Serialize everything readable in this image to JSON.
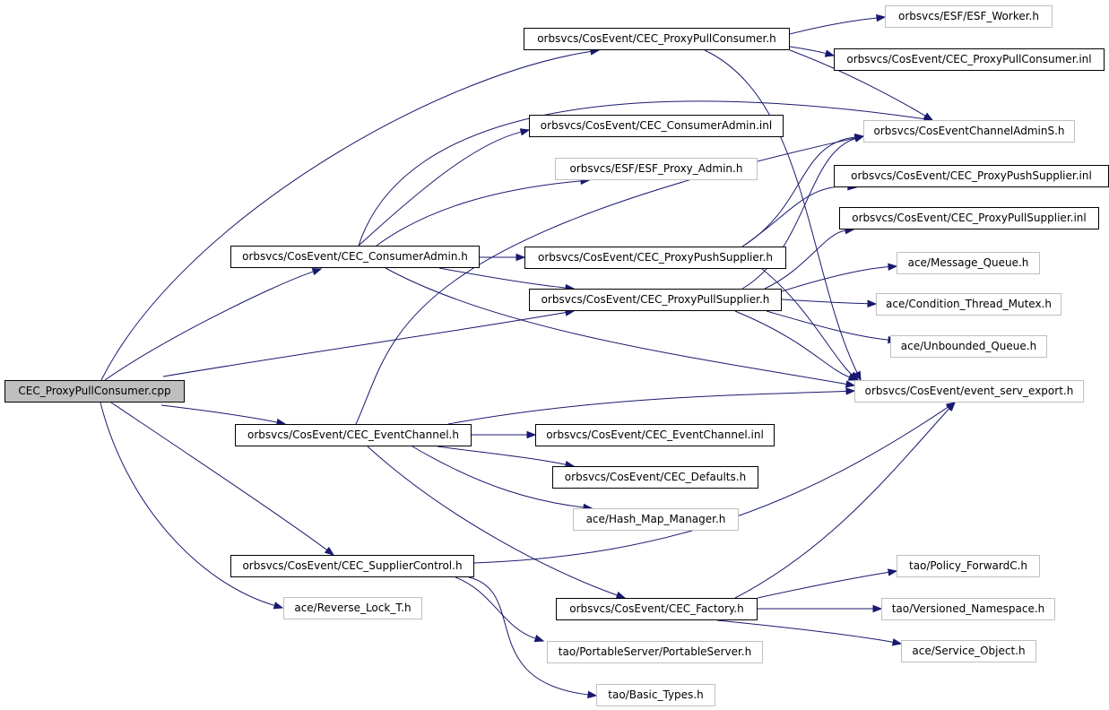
{
  "graph": {
    "nodes": [
      {
        "id": "root",
        "label": "CEC_ProxyPullConsumer.cpp",
        "style": "root"
      },
      {
        "id": "ppc_h",
        "label": "orbsvcs/CosEvent/CEC_ProxyPullConsumer.h",
        "style": "solid"
      },
      {
        "id": "esf_worker",
        "label": "orbsvcs/ESF/ESF_Worker.h",
        "style": "grey"
      },
      {
        "id": "ppc_inl",
        "label": "orbsvcs/CosEvent/CEC_ProxyPullConsumer.inl",
        "style": "solid"
      },
      {
        "id": "ca_inl",
        "label": "orbsvcs/CosEvent/CEC_ConsumerAdmin.inl",
        "style": "solid"
      },
      {
        "id": "adminS",
        "label": "orbsvcs/CosEventChannelAdminS.h",
        "style": "grey"
      },
      {
        "id": "esf_proxy_admin",
        "label": "orbsvcs/ESF/ESF_Proxy_Admin.h",
        "style": "grey"
      },
      {
        "id": "pps_inl",
        "label": "orbsvcs/CosEvent/CEC_ProxyPushSupplier.inl",
        "style": "solid"
      },
      {
        "id": "ppls_inl",
        "label": "orbsvcs/CosEvent/CEC_ProxyPullSupplier.inl",
        "style": "solid"
      },
      {
        "id": "ca_h",
        "label": "orbsvcs/CosEvent/CEC_ConsumerAdmin.h",
        "style": "solid"
      },
      {
        "id": "pps_h",
        "label": "orbsvcs/CosEvent/CEC_ProxyPushSupplier.h",
        "style": "solid"
      },
      {
        "id": "msgq",
        "label": "ace/Message_Queue.h",
        "style": "grey"
      },
      {
        "id": "ppls_h",
        "label": "orbsvcs/CosEvent/CEC_ProxyPullSupplier.h",
        "style": "solid"
      },
      {
        "id": "condmutex",
        "label": "ace/Condition_Thread_Mutex.h",
        "style": "grey"
      },
      {
        "id": "unbq",
        "label": "ace/Unbounded_Queue.h",
        "style": "grey"
      },
      {
        "id": "export",
        "label": "orbsvcs/CosEvent/event_serv_export.h",
        "style": "grey"
      },
      {
        "id": "ec_h",
        "label": "orbsvcs/CosEvent/CEC_EventChannel.h",
        "style": "solid"
      },
      {
        "id": "ec_inl",
        "label": "orbsvcs/CosEvent/CEC_EventChannel.inl",
        "style": "solid"
      },
      {
        "id": "defaults",
        "label": "orbsvcs/CosEvent/CEC_Defaults.h",
        "style": "solid"
      },
      {
        "id": "hashmap",
        "label": "ace/Hash_Map_Manager.h",
        "style": "grey"
      },
      {
        "id": "sc_h",
        "label": "orbsvcs/CosEvent/CEC_SupplierControl.h",
        "style": "solid"
      },
      {
        "id": "policyfwd",
        "label": "tao/Policy_ForwardC.h",
        "style": "grey"
      },
      {
        "id": "revlock",
        "label": "ace/Reverse_Lock_T.h",
        "style": "grey"
      },
      {
        "id": "factory",
        "label": "orbsvcs/CosEvent/CEC_Factory.h",
        "style": "solid"
      },
      {
        "id": "versioned",
        "label": "tao/Versioned_Namespace.h",
        "style": "grey"
      },
      {
        "id": "portable",
        "label": "tao/PortableServer/PortableServer.h",
        "style": "grey"
      },
      {
        "id": "svcobj",
        "label": "ace/Service_Object.h",
        "style": "grey"
      },
      {
        "id": "basictypes",
        "label": "tao/Basic_Types.h",
        "style": "grey"
      }
    ],
    "edges": [
      [
        "root",
        "ppc_h"
      ],
      [
        "root",
        "ca_h"
      ],
      [
        "root",
        "ppls_h"
      ],
      [
        "root",
        "ec_h"
      ],
      [
        "root",
        "sc_h"
      ],
      [
        "root",
        "revlock"
      ],
      [
        "ppc_h",
        "esf_worker"
      ],
      [
        "ppc_h",
        "ppc_inl"
      ],
      [
        "ppc_h",
        "adminS"
      ],
      [
        "ppc_h",
        "export"
      ],
      [
        "ca_h",
        "ca_inl"
      ],
      [
        "ca_h",
        "adminS"
      ],
      [
        "ca_h",
        "esf_proxy_admin"
      ],
      [
        "ca_h",
        "pps_h"
      ],
      [
        "ca_h",
        "ppls_h"
      ],
      [
        "ca_h",
        "export"
      ],
      [
        "pps_h",
        "adminS"
      ],
      [
        "pps_h",
        "pps_inl"
      ],
      [
        "pps_h",
        "export"
      ],
      [
        "ppls_h",
        "adminS"
      ],
      [
        "ppls_h",
        "ppls_inl"
      ],
      [
        "ppls_h",
        "msgq"
      ],
      [
        "ppls_h",
        "condmutex"
      ],
      [
        "ppls_h",
        "unbq"
      ],
      [
        "ppls_h",
        "export"
      ],
      [
        "ec_h",
        "adminS"
      ],
      [
        "ec_h",
        "export"
      ],
      [
        "ec_h",
        "ec_inl"
      ],
      [
        "ec_h",
        "defaults"
      ],
      [
        "ec_h",
        "hashmap"
      ],
      [
        "ec_h",
        "factory"
      ],
      [
        "sc_h",
        "export"
      ],
      [
        "sc_h",
        "portable"
      ],
      [
        "sc_h",
        "basictypes"
      ],
      [
        "factory",
        "export"
      ],
      [
        "factory",
        "policyfwd"
      ],
      [
        "factory",
        "versioned"
      ],
      [
        "factory",
        "svcobj"
      ]
    ]
  }
}
